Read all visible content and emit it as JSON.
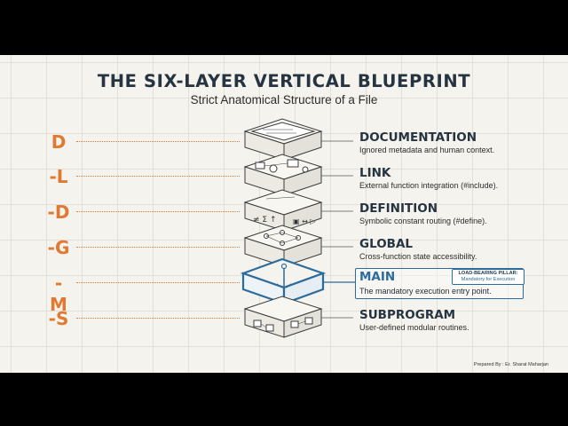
{
  "header": {
    "title": "THE SIX-LAYER VERTICAL BLUEPRINT",
    "subtitle": "Strict Anatomical Structure of a File"
  },
  "acronym": [
    "D",
    "-L",
    "-D",
    "-G",
    "-M",
    "-S"
  ],
  "layers": [
    {
      "name": "DOCUMENTATION",
      "description": "Ignored metadata and human context.",
      "icon": "open-box-icon"
    },
    {
      "name": "LINK",
      "description": "External function integration (#include).",
      "icon": "link-gears-icon"
    },
    {
      "name": "DEFINITION",
      "description": "Symbolic constant routing (#define).",
      "icon": "symbols-icon"
    },
    {
      "name": "GLOBAL",
      "description": "Cross-function state accessibility.",
      "icon": "network-icon"
    },
    {
      "name": "MAIN",
      "description": "The mandatory execution entry point.",
      "icon": "anchor-icon"
    },
    {
      "name": "SUBPROGRAM",
      "description": "User-defined modular routines.",
      "icon": "modules-icon"
    }
  ],
  "callout": {
    "line1": "LOAD-BEARING PILLAR:",
    "line2": "Mandatory for Execution"
  },
  "credit": "Prepared By : Er. Sharat Maharjan",
  "colors": {
    "accent_orange": "#e07a32",
    "navy_text": "#263340",
    "main_blue": "#2b6c9c",
    "background": "#f4f3ee"
  }
}
